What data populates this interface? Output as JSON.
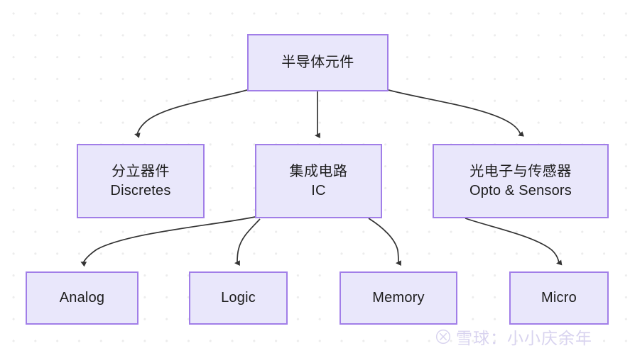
{
  "diagram": {
    "type": "tree-flowchart",
    "title_node": "半导体元件",
    "nodes": [
      {
        "id": "root",
        "cn": "半导体元件",
        "en": ""
      },
      {
        "id": "discretes",
        "cn": "分立器件",
        "en": "Discretes"
      },
      {
        "id": "ic",
        "cn": "集成电路",
        "en": "IC"
      },
      {
        "id": "opto",
        "cn": "光电子与传感器",
        "en": "Opto & Sensors"
      },
      {
        "id": "analog",
        "cn": "",
        "en": "Analog"
      },
      {
        "id": "logic",
        "cn": "",
        "en": "Logic"
      },
      {
        "id": "memory",
        "cn": "",
        "en": "Memory"
      },
      {
        "id": "micro",
        "cn": "",
        "en": "Micro"
      }
    ],
    "edges": [
      {
        "from": "root",
        "to": "discretes"
      },
      {
        "from": "root",
        "to": "ic"
      },
      {
        "from": "root",
        "to": "opto"
      },
      {
        "from": "ic",
        "to": "analog"
      },
      {
        "from": "ic",
        "to": "logic"
      },
      {
        "from": "ic",
        "to": "memory"
      },
      {
        "from": "opto",
        "to": "micro"
      }
    ],
    "colors": {
      "node_fill": "#e9e7fb",
      "node_border": "#a17ee8",
      "edge": "#333333",
      "text": "#1d1d1d",
      "background": "#ffffff",
      "grid_dot": "#ececec",
      "watermark": "#d8d3ef"
    }
  },
  "watermark": {
    "text": "雪球：小小庆余年",
    "logo": "xueqiu-logo-icon"
  }
}
